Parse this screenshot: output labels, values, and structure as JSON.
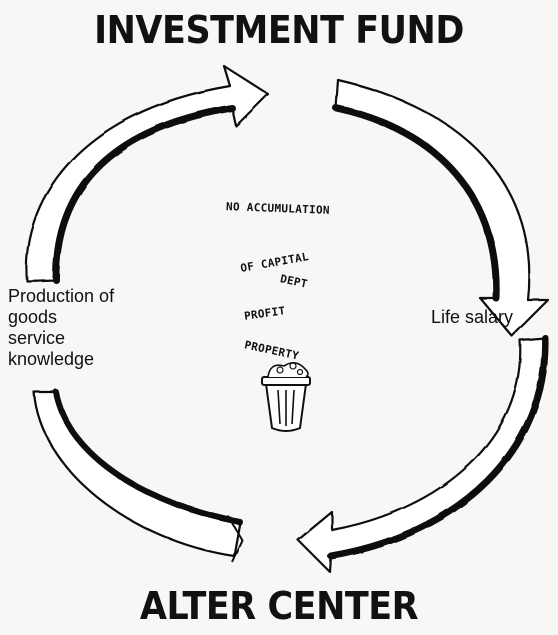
{
  "titles": {
    "top": "INVESTMENT FUND",
    "bottom": "ALTER CENTER"
  },
  "labels": {
    "left": [
      "Production of",
      "goods",
      "service",
      "knowledge"
    ],
    "right": "Life salary"
  },
  "center_notes": [
    "NO ACCUMULATION",
    "OF CAPITAL",
    "DEPT",
    "PROFIT",
    "PROPERTY"
  ],
  "colors": {
    "ink": "#111111",
    "arrow_fill": "#ffffff",
    "background": "#f7f7f5"
  },
  "icons": {
    "center": "trash-bin-icon"
  }
}
